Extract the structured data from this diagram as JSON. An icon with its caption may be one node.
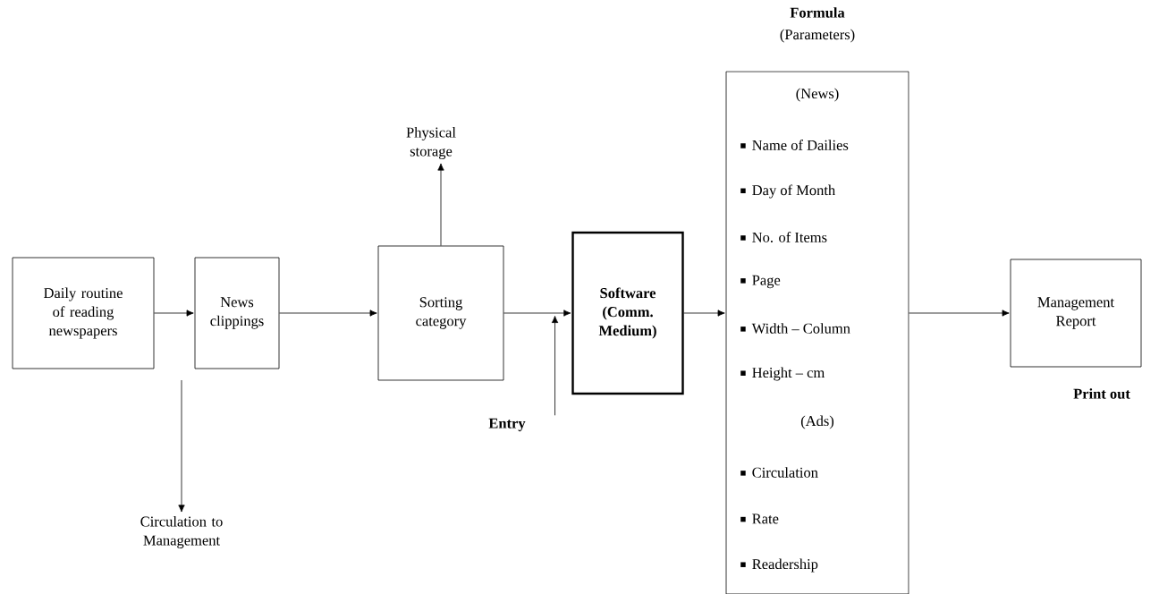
{
  "diagram": {
    "nodes": [
      {
        "text": [
          "Daily routine of reading newspapers"
        ]
      },
      {
        "text": [
          "News clippings"
        ]
      },
      {
        "text": [
          "Physical storage"
        ]
      },
      {
        "text": [
          "Sorting category"
        ]
      },
      {
        "text": [
          "Entry"
        ]
      },
      {
        "text": [
          "Software (Comm. Medium)"
        ]
      },
      {
        "text": [
          "Formula",
          "(Parameters)",
          "(News)",
          "Name of Dailies",
          "Day of Month",
          "No. of Items",
          "Page",
          "Width – Column",
          "Height – cm",
          "(Ads)",
          "Circulation",
          "Rate",
          "Readership"
        ]
      },
      {
        "text": [
          "Management Report"
        ],
        "beside": [
          "Print out"
        ]
      },
      {
        "text": [
          "Circulation to Management"
        ]
      }
    ],
    "edges": [
      {
        "from": 0,
        "to": 1,
        "arrow": "to"
      },
      {
        "from": 1,
        "to": 3,
        "arrow": "to"
      },
      {
        "from": 3,
        "to": 2,
        "arrow": "to"
      },
      {
        "from": 3,
        "to": 5,
        "arrow": "to"
      },
      {
        "from": 4,
        "to": null,
        "arrow": "to"
      },
      {
        "from": null,
        "to": 8,
        "arrow": "to"
      },
      {
        "from": 5,
        "to": 6,
        "arrow": "to"
      },
      {
        "from": 6,
        "to": 7,
        "arrow": "to"
      }
    ]
  }
}
